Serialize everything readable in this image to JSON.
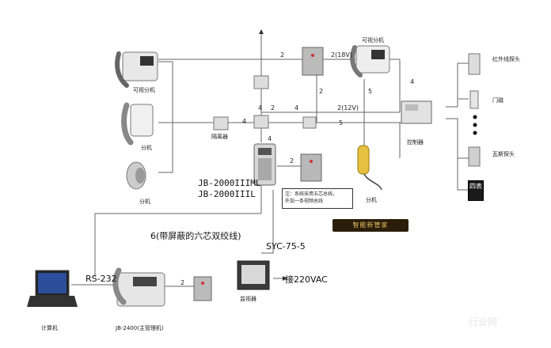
{
  "labels": {
    "video_ext_top_left": "可视分机",
    "video_ext_top_right": "可视分机",
    "extension_left": "分机",
    "extension_bottom_left": "分机",
    "isolator": "隔离器",
    "controller": "控制器",
    "handset_right": "分机",
    "ir_detector": "红外线探头",
    "door_magnet": "门磁",
    "gas_detector": "瓦斯探头",
    "alarm_tile": "四表",
    "computer": "计算机",
    "master": "JB-2400(主管理机)",
    "monitor": "监视器",
    "model_line1": "JB-2000IIIML",
    "model_line2": "JB-2000IIIL",
    "note_line1": "注：系统采用五芯总线，",
    "note_line2": "外加一条视频总线",
    "brand": "智能新管家",
    "cable_6": "6(带屏蔽的六芯双绞线)",
    "cable_syc": "SYC-75-5",
    "rs232": "RS-232",
    "power": "接220VAC",
    "watermark": "行业网"
  },
  "wire_counts": {
    "top_main": "2",
    "top_right": "2(18V)",
    "right_vertical": "4",
    "mid_vertical": "2",
    "right_handset": "5",
    "left_trunk": "4",
    "center_trunk": "4",
    "center_branch": "2",
    "ctrl_12v": "2(12V)",
    "ctrl_5": "5",
    "bus_lower": "4",
    "panel_branch": "2",
    "panel_top": "4",
    "master_branch": "2"
  }
}
